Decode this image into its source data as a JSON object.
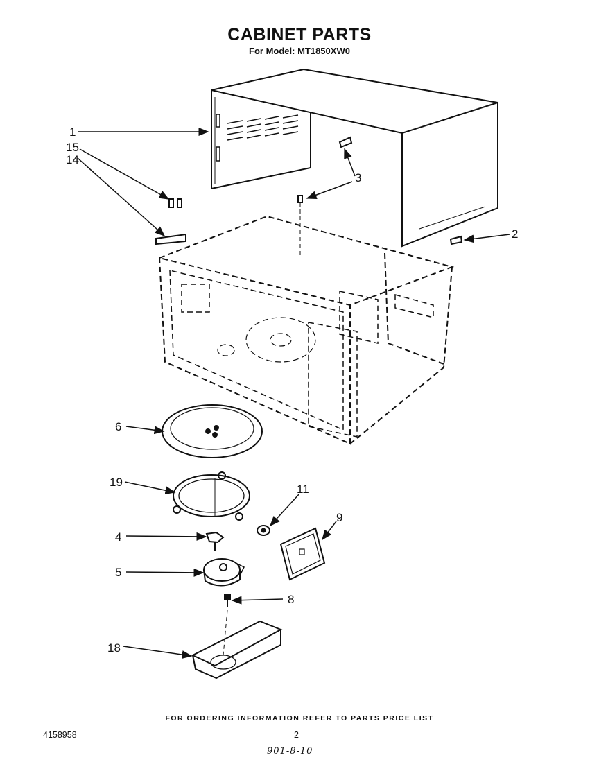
{
  "header": {
    "title": "CABINET PARTS",
    "model_line": "For Model: MT1850XW0"
  },
  "callouts": [
    {
      "part": "1"
    },
    {
      "part": "15"
    },
    {
      "part": "14"
    },
    {
      "part": "3"
    },
    {
      "part": "2"
    },
    {
      "part": "6"
    },
    {
      "part": "19"
    },
    {
      "part": "11"
    },
    {
      "part": "9"
    },
    {
      "part": "4"
    },
    {
      "part": "5"
    },
    {
      "part": "8"
    },
    {
      "part": "18"
    }
  ],
  "footer": {
    "ordering_note": "FOR ORDERING INFORMATION REFER TO PARTS PRICE LIST",
    "document_number": "4158958",
    "page_number": "2",
    "handwritten_note": "901-8-10"
  }
}
